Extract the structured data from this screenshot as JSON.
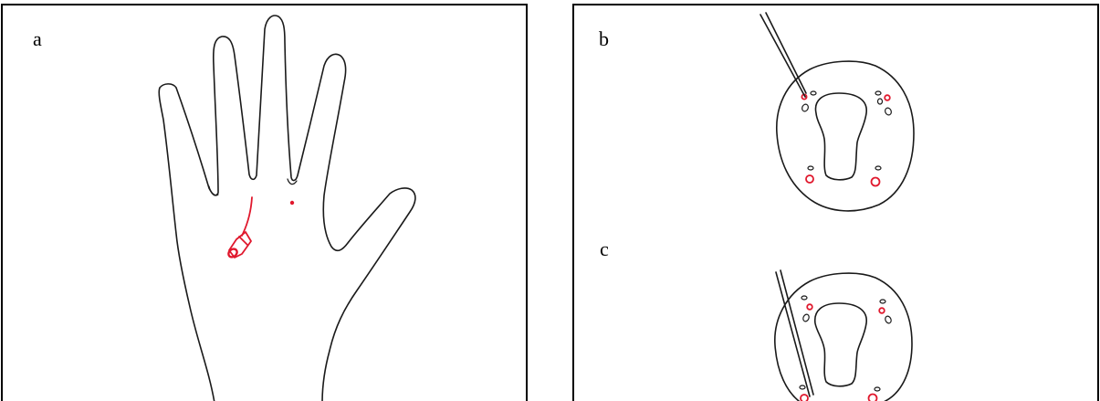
{
  "panels": {
    "a": {
      "label": "a"
    },
    "b": {
      "label": "b"
    },
    "c": {
      "label": "c"
    }
  },
  "colors": {
    "outline": "#1a1a1a",
    "highlight": "#e0182d",
    "frame": "#000000"
  }
}
